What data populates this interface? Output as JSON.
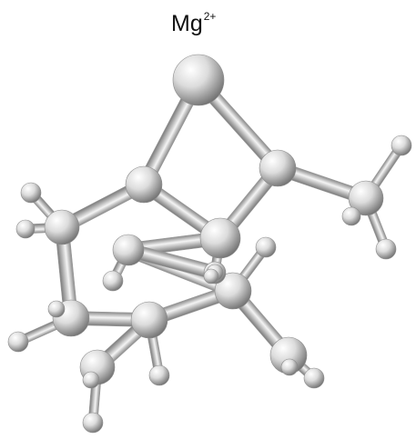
{
  "label": {
    "element": "Mg",
    "charge": "2+"
  },
  "molecule": {
    "atoms": [
      {
        "id": "mg",
        "kind": "ion"
      },
      {
        "id": "c1",
        "kind": "heavy"
      },
      {
        "id": "c2",
        "kind": "heavy"
      },
      {
        "id": "c3",
        "kind": "heavy"
      },
      {
        "id": "c4",
        "kind": "heavy"
      },
      {
        "id": "c5",
        "kind": "heavy"
      },
      {
        "id": "c6",
        "kind": "heavy"
      },
      {
        "id": "c7",
        "kind": "heavy"
      },
      {
        "id": "c8",
        "kind": "heavy"
      },
      {
        "id": "c9",
        "kind": "heavy"
      },
      {
        "id": "c10",
        "kind": "heavy"
      },
      {
        "id": "c11",
        "kind": "heavy"
      },
      {
        "id": "c12",
        "kind": "heavy"
      },
      {
        "id": "h1",
        "kind": "hydrogen"
      },
      {
        "id": "h2",
        "kind": "hydrogen"
      },
      {
        "id": "h3",
        "kind": "hydrogen"
      },
      {
        "id": "h4",
        "kind": "hydrogen"
      },
      {
        "id": "h5",
        "kind": "hydrogen"
      },
      {
        "id": "h6",
        "kind": "hydrogen"
      },
      {
        "id": "h7",
        "kind": "hydrogen"
      },
      {
        "id": "h8",
        "kind": "hydrogen"
      },
      {
        "id": "h9",
        "kind": "hydrogen"
      },
      {
        "id": "h10",
        "kind": "hydrogen"
      },
      {
        "id": "h11",
        "kind": "hydrogen"
      },
      {
        "id": "h12",
        "kind": "hydrogen"
      },
      {
        "id": "h13",
        "kind": "hydrogen"
      },
      {
        "id": "h14",
        "kind": "hydrogen"
      },
      {
        "id": "h15",
        "kind": "hydrogen"
      },
      {
        "id": "h16",
        "kind": "hydrogen"
      }
    ],
    "bonds": [
      [
        "mg",
        "c1"
      ],
      [
        "mg",
        "c3"
      ],
      [
        "c1",
        "c2"
      ],
      [
        "c2",
        "c3"
      ],
      [
        "c1",
        "c4"
      ],
      [
        "c3",
        "c6"
      ],
      [
        "c4",
        "c5"
      ],
      [
        "c5",
        "c7"
      ],
      [
        "c7",
        "c8"
      ],
      [
        "c8",
        "c9"
      ],
      [
        "c9",
        "c2"
      ],
      [
        "c8",
        "c10"
      ],
      [
        "c7",
        "c11"
      ],
      [
        "c9",
        "c12"
      ],
      [
        "c6",
        "h1"
      ],
      [
        "c6",
        "h2"
      ],
      [
        "c6",
        "h3"
      ],
      [
        "c4",
        "h4"
      ],
      [
        "c4",
        "h5"
      ],
      [
        "c5",
        "h6"
      ],
      [
        "c5",
        "h7"
      ],
      [
        "c11",
        "h8"
      ],
      [
        "c8",
        "h9"
      ],
      [
        "c10",
        "h10"
      ],
      [
        "c9",
        "h11"
      ],
      [
        "c2",
        "h12"
      ],
      [
        "c12",
        "h13"
      ],
      [
        "c7",
        "h14"
      ],
      [
        "c11",
        "h15"
      ],
      [
        "c10",
        "h16"
      ]
    ]
  },
  "colors": {
    "atom_light": "#ffffff",
    "atom_mid": "#cfcfcf",
    "atom_dark": "#6f6f6f",
    "bond_light": "#f4f4f4",
    "bond_dark": "#8a8a8a",
    "label": "#111111"
  }
}
